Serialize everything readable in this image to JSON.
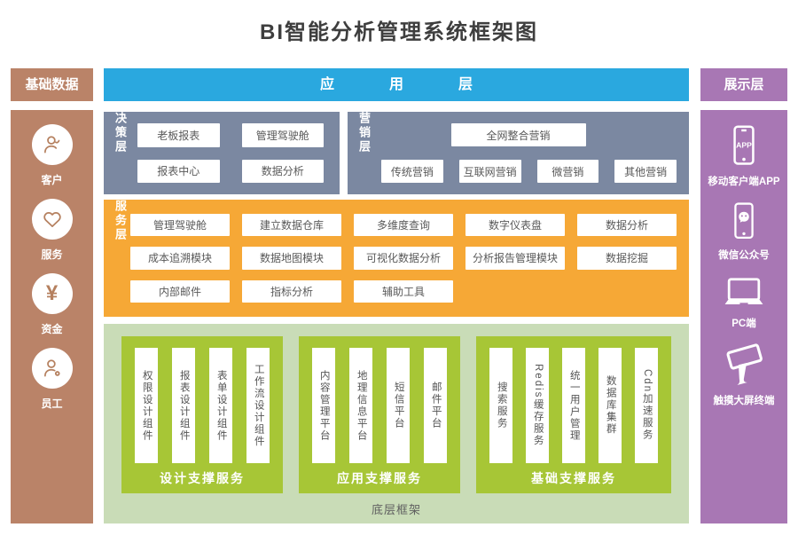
{
  "title": "BI智能分析管理系统框架图",
  "left_sidebar": {
    "header": "基础数据",
    "items": [
      {
        "icon": "customer-icon",
        "label": "客户"
      },
      {
        "icon": "service-icon",
        "label": "服务"
      },
      {
        "icon": "funds-icon",
        "label": "资金",
        "symbol": "¥"
      },
      {
        "icon": "employee-icon",
        "label": "员工"
      }
    ]
  },
  "application_layer": {
    "label": "应用层"
  },
  "decision_layer": {
    "label": "决策层",
    "buttons": [
      "老板报表",
      "管理驾驶舱",
      "报表中心",
      "数据分析"
    ]
  },
  "marketing_layer": {
    "label": "营销层",
    "top_button": "全网整合营销",
    "buttons": [
      "传统营销",
      "互联网营销",
      "微营销",
      "其他营销"
    ]
  },
  "service_layer": {
    "label": "服务层",
    "rows": [
      [
        "管理驾驶舱",
        "建立数据仓库",
        "多维度查询",
        "数字仪表盘",
        "数据分析"
      ],
      [
        "成本追溯模块",
        "数据地图模块",
        "可视化数据分析",
        "分析报告管理模块",
        "数据挖掘"
      ],
      [
        "内部邮件",
        "指标分析",
        "辅助工具"
      ]
    ]
  },
  "foundation": {
    "label": "底层框架",
    "groups": [
      {
        "label": "设计支撑服务",
        "items": [
          "权限设计组件",
          "报表设计组件",
          "表单设计组件",
          "工作流设计组件"
        ]
      },
      {
        "label": "应用支撑服务",
        "items": [
          "内容管理平台",
          "地理信息平台",
          "短信平台",
          "邮件平台"
        ]
      },
      {
        "label": "基础支撑服务",
        "items": [
          "搜索服务",
          "Redis缓存服务",
          "统一用户管理",
          "数据库集群",
          "Cdn加速服务"
        ]
      }
    ]
  },
  "right_sidebar": {
    "header": "展示层",
    "app_badge": "APP",
    "items": [
      {
        "icon": "mobile-app-icon",
        "label": "移动客户端APP"
      },
      {
        "icon": "wechat-icon",
        "label": "微信公众号"
      },
      {
        "icon": "pc-icon",
        "label": "PC端"
      },
      {
        "icon": "touch-screen-icon",
        "label": "触摸大屏终端"
      }
    ]
  },
  "colors": {
    "blue": "#2aa8df",
    "slate": "#7b88a1",
    "orange": "#f6a836",
    "light_green": "#c9dcb7",
    "green": "#a7c636",
    "brown": "#ba8368",
    "purple": "#a877b4"
  }
}
